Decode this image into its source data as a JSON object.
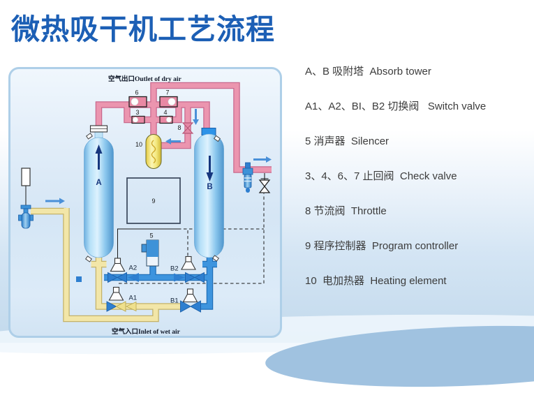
{
  "title": "微热吸干机工艺流程",
  "diagram": {
    "outlet_label": "空气出口Outlet of dry air",
    "inlet_label": "空气入口Inlet of wet air",
    "tower_a": "A",
    "tower_b": "B",
    "valve_3": "3",
    "valve_4": "4",
    "valve_5": "5",
    "valve_6": "6",
    "valve_7": "7",
    "valve_8": "8",
    "valve_9": "9",
    "valve_10": "10",
    "valve_a1": "A1",
    "valve_a2": "A2",
    "valve_b1": "B1",
    "valve_b2": "B2"
  },
  "legend": {
    "items": [
      "A、B 吸附塔  Absorb tower",
      "A1、A2、BI、B2 切换阀   Switch valve",
      "5 消声器  Silencer",
      "3、4、6、7 止回阀  Check valve",
      "8 节流阀  Throttle",
      "9 程序控制器  Program controller",
      "10  电加热器  Heating element"
    ]
  },
  "colors": {
    "title_blue": "#1c5fb5",
    "pipe_pink": "#eb95af",
    "pipe_pink_edge": "#c8688c",
    "pipe_blue": "#3d94de",
    "pipe_blue_edge": "#1f6fb8",
    "pipe_yellow": "#f2e6a8",
    "pipe_yellow_edge": "#c4b268",
    "panel_border": "#aecfe8",
    "arrow_blue": "#4a90d8",
    "heater_yellow": "#f3e87e"
  }
}
